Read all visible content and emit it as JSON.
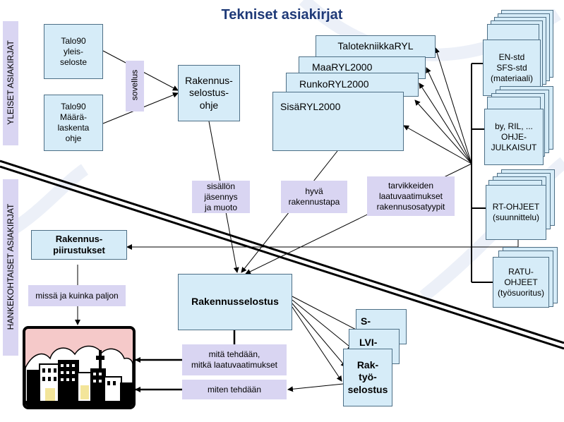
{
  "title": "Tekniset asiakirjat",
  "sidebars": {
    "general": "YLEISET ASIAKIRJAT",
    "project": "HANKEKOHTAISET ASIAKIRJAT"
  },
  "boxes": {
    "talo90_yleis": "Talo90\nyleis-\nseloste",
    "talo90_maara": "Talo90\nMäärä-\nlaskenta\nohje",
    "sovellus": "sovellus",
    "ohje": "Rakennus-\nselostus-\nohje",
    "talotekniikka": "TalotekniikkaRYL",
    "maa": "MaaRYL2000",
    "runko": "RunkoRYL2000",
    "sisa": "SisäRYL2000",
    "en_std": "EN-std\nSFS-std\n(materiaali)",
    "by_ril": "by, RIL, ...\nOHJE-\nJULKAISUT",
    "rt_ohjeet": "RT-OHJEET\n(suunnittelu)",
    "ratu": "RATU-\nOHJEET\n(työsuoritus)",
    "piirustukset": "Rakennus-\npiirustukset",
    "rakennusselostus": "Rakennusselostus",
    "s_sheet": "S-",
    "lvi_sheet": "LVI-",
    "rak_sheet": "Rak-\ntyö-\nselostus"
  },
  "labels": {
    "sisallon": "sisällön jäsennys\nja muoto",
    "hyva": "hyvä\nrakennustapa",
    "tarvikkeiden": "tarvikkeiden\nlaatuvaatimukset\nrakennusosatyypit",
    "missa": "missä ja kuinka paljon",
    "mita": "mitä tehdään,\nmitkä laatuvaatimukset",
    "miten": "miten tehdään"
  }
}
